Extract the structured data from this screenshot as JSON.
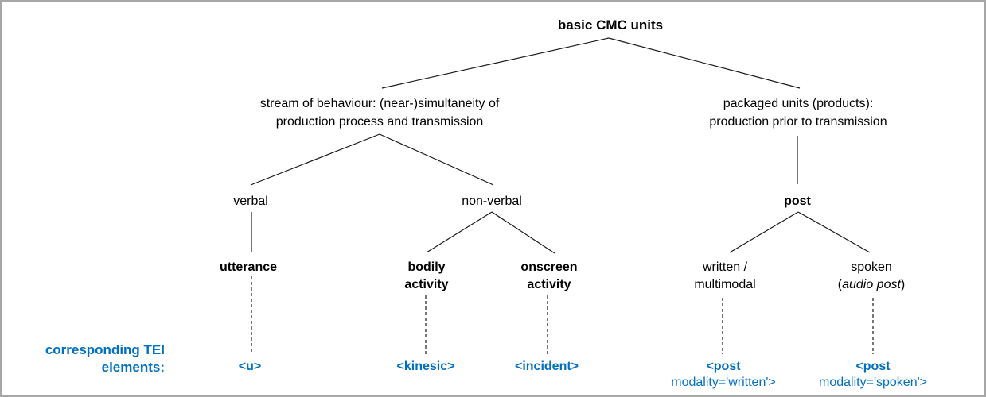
{
  "colors": {
    "accent_blue": "#0070C0",
    "line_black": "#1a1a1a",
    "border_gray": "#a6a6a6"
  },
  "tree": {
    "root": "basic CMC units",
    "stream": {
      "line1": "stream of behaviour: (near-)simultaneity of",
      "line2": "production process and transmission"
    },
    "packaged": {
      "line1": "packaged units (products):",
      "line2": "production prior to transmission"
    },
    "verbal": "verbal",
    "nonverbal": "non-verbal",
    "post": "post",
    "utterance": "utterance",
    "bodily": {
      "line1": "bodily",
      "line2": "activity"
    },
    "onscreen": {
      "line1": "onscreen",
      "line2": "activity"
    },
    "written": {
      "line1": "written /",
      "line2": "multimodal"
    },
    "spoken": {
      "line1": "spoken",
      "paren_open": "(",
      "italic": "audio post",
      "paren_close": ")"
    }
  },
  "tei": {
    "caption_line1": "corresponding TEI",
    "caption_line2": "elements:",
    "u": "<u>",
    "kinesic": "<kinesic>",
    "incident": "<incident>",
    "post_written": {
      "line1": "<post",
      "line2": "modality='written'>"
    },
    "post_spoken": {
      "line1": "<post",
      "line2": "modality='spoken'>"
    }
  }
}
